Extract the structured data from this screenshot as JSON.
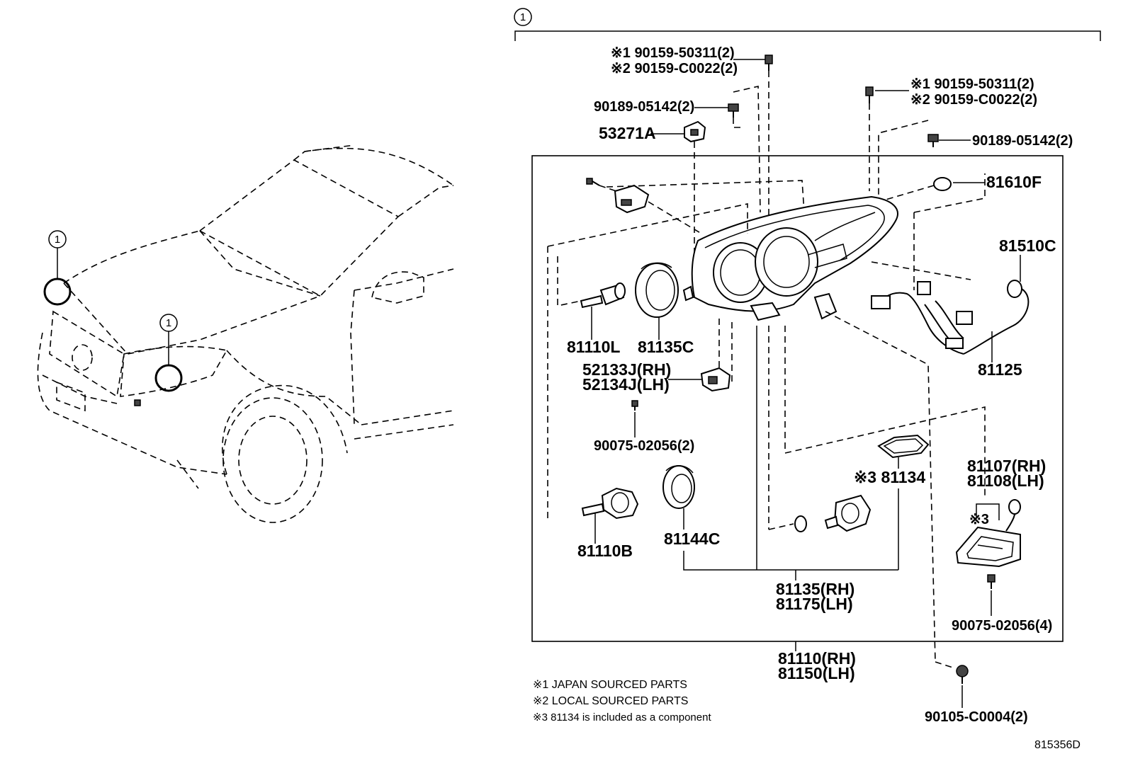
{
  "callouts": {
    "top": "1",
    "car_hood": "1",
    "car_headlamp": "1"
  },
  "parts": {
    "screw_top_left_1": "※1 90159-50311(2)",
    "screw_top_left_2": "※2 90159-C0022(2)",
    "clip_left": "90189-05142(2)",
    "bracket_left": "53271A",
    "screw_top_right_1": "※1 90159-50311(2)",
    "screw_top_right_2": "※2 90159-C0022(2)",
    "clip_right": "90189-05142(2)",
    "cap": "81610F",
    "wire_connector": "81510C",
    "bulb_low": "81110L",
    "socket_cover": "81135C",
    "adjuster_rh": "52133J(RH)",
    "adjuster_lh": "52134J(LH)",
    "screw_adjuster": "90075-02056(2)",
    "wire_harness": "81125",
    "gasket": "※3 81134",
    "ballast_rh": "81107(RH)",
    "ballast_lh": "81108(LH)",
    "ballast_note": "※3",
    "bulb_high": "81110B",
    "cap_cover": "81144C",
    "unit_rh": "81135(RH)",
    "unit_lh": "81175(LH)",
    "screw_ballast": "90075-02056(4)",
    "assy_rh": "81110(RH)",
    "assy_lh": "81150(LH)",
    "bolt_bottom": "90105-C0004(2)"
  },
  "notes": [
    "※1 JAPAN SOURCED PARTS",
    "※2 LOCAL SOURCED PARTS",
    "※3 81134 is included as a component"
  ],
  "figure_id": "815356D"
}
